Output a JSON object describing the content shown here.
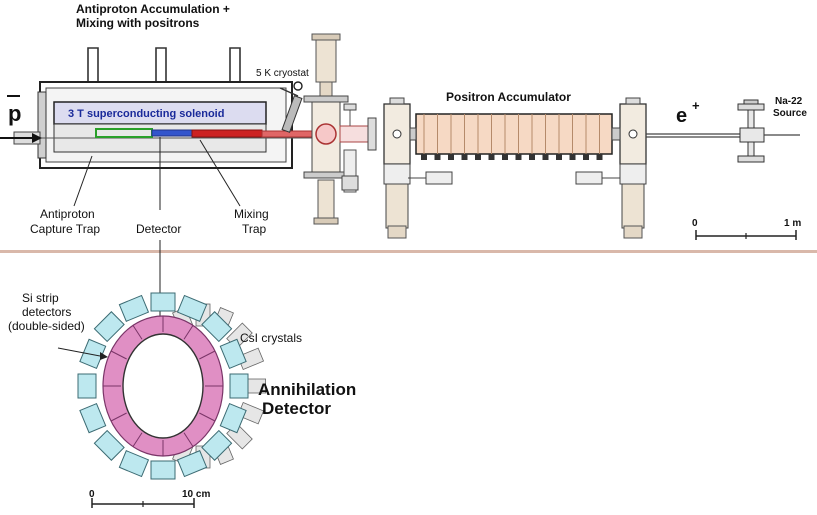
{
  "header": {
    "title_line1": "Antiproton Accumulation +",
    "title_line2": "Mixing with positrons"
  },
  "labels": {
    "cryostat": "5 K cryostat",
    "pbar": "p",
    "solenoid": "3 T superconducting solenoid",
    "positron_accumulator": "Positron Accumulator",
    "eplus_e": "e",
    "eplus_sup": "+",
    "source_line1": "Na-22",
    "source_line2": "Source",
    "capture_line1": "Antiproton",
    "capture_line2": "Capture Trap",
    "detector": "Detector",
    "mixing_line1": "Mixing",
    "mixing_line2": "Trap",
    "si_line1": "Si strip",
    "si_line2": "detectors",
    "si_line3": "(double-sided)",
    "csi": "CsI crystals",
    "annihilation_line1": "Annihilation",
    "annihilation_line2": "Detector"
  },
  "scale_top": {
    "zero": "0",
    "end": "1 m"
  },
  "scale_bottom": {
    "zero": "0",
    "end": "10 cm"
  },
  "colors": {
    "solenoid_fill": "#dcdcf0",
    "solenoid_text": "#1a2a9a",
    "trap_red": "#cc2222",
    "trap_green": "#2aa02a",
    "accumulator_fill": "#f6d9c4",
    "crystal_blue": "#bde8ef",
    "si_pink": "#e08fc4",
    "divider": "#d9b8aa"
  }
}
